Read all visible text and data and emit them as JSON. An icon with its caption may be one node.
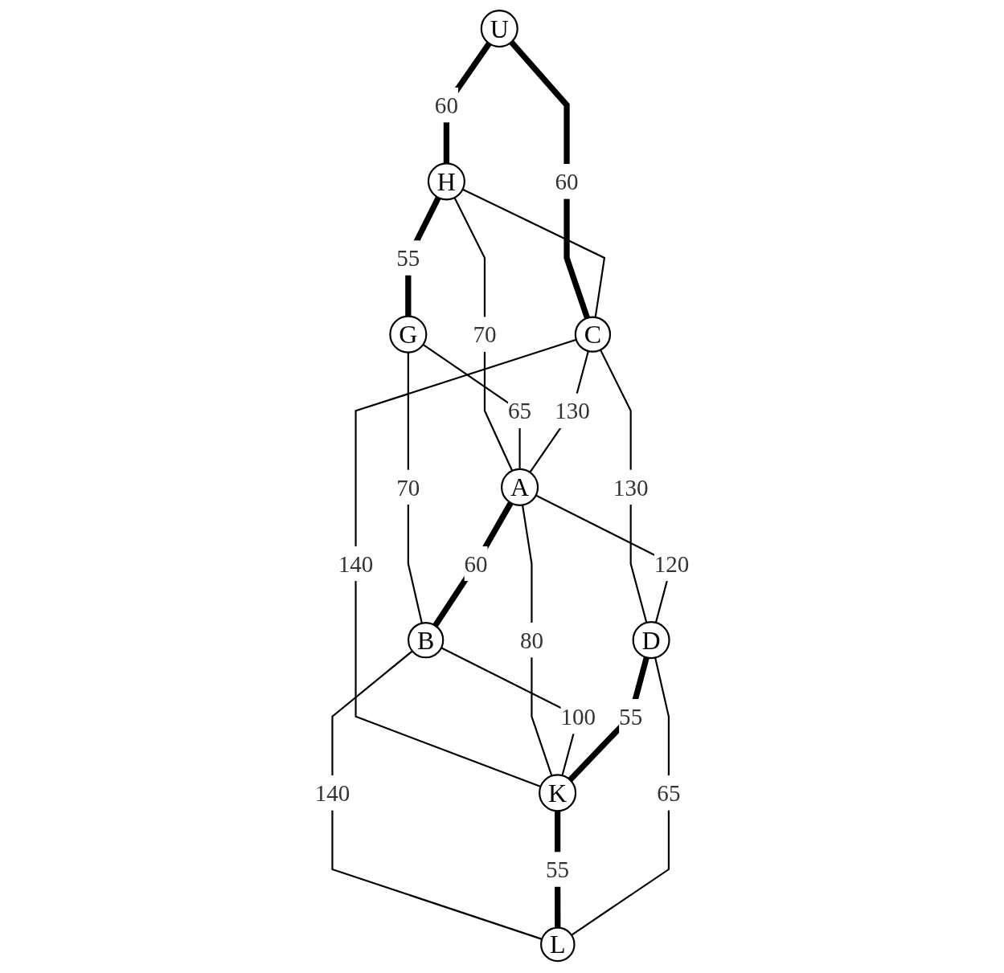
{
  "diagram": {
    "nodes": [
      {
        "text": [
          "H"
        ]
      },
      {
        "text": [
          "G"
        ]
      },
      {
        "text": [
          "U"
        ]
      },
      {
        "text": [
          "A"
        ]
      },
      {
        "text": [
          "B"
        ]
      },
      {
        "text": [
          "C"
        ]
      },
      {
        "text": [
          "K"
        ]
      },
      {
        "text": [
          "D"
        ]
      },
      {
        "text": [
          "L"
        ]
      }
    ],
    "edges": [
      {
        "from": 2,
        "to": 0,
        "arrow": "none",
        "label": "60",
        "style": "thick"
      },
      {
        "from": 0,
        "to": 1,
        "arrow": "none",
        "label": "55",
        "style": "thick"
      },
      {
        "from": 2,
        "to": 5,
        "arrow": "none",
        "label": "60",
        "style": "thick"
      },
      {
        "from": 0,
        "to": 5,
        "arrow": "none"
      },
      {
        "from": 0,
        "to": 3,
        "arrow": "none",
        "label": "70"
      },
      {
        "from": 1,
        "to": 3,
        "arrow": "none",
        "label": "65"
      },
      {
        "from": 1,
        "to": 4,
        "arrow": "none",
        "label": "70"
      },
      {
        "from": 3,
        "to": 4,
        "arrow": "none",
        "label": "60",
        "style": "thick"
      },
      {
        "from": 5,
        "to": 3,
        "arrow": "none",
        "label": "130"
      },
      {
        "from": 5,
        "to": 6,
        "arrow": "none",
        "label": "140"
      },
      {
        "from": 5,
        "to": 7,
        "arrow": "none",
        "label": "130"
      },
      {
        "from": 3,
        "to": 7,
        "arrow": "none",
        "label": "120"
      },
      {
        "from": 3,
        "to": 6,
        "arrow": "none",
        "label": "80"
      },
      {
        "from": 4,
        "to": 6,
        "arrow": "none",
        "label": "100"
      },
      {
        "from": 4,
        "to": 8,
        "arrow": "none",
        "label": "140"
      },
      {
        "from": 7,
        "to": 6,
        "arrow": "none",
        "label": "55",
        "style": "thick"
      },
      {
        "from": 6,
        "to": 8,
        "arrow": "none",
        "label": "55",
        "style": "thick"
      },
      {
        "from": 7,
        "to": 8,
        "arrow": "none",
        "label": "65"
      }
    ]
  }
}
